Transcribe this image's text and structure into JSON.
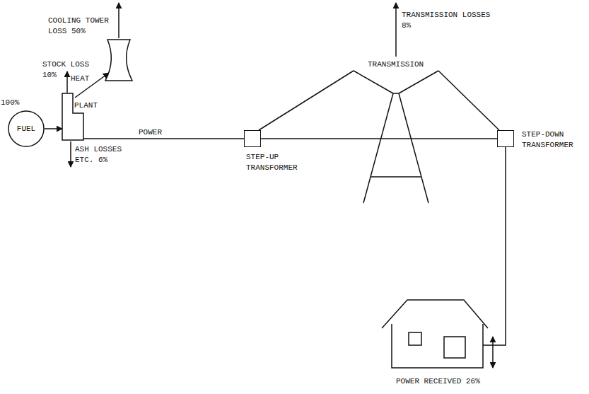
{
  "diagram": {
    "nodes": [
      {
        "text": [
          "100%",
          "FUEL"
        ]
      },
      {
        "text": [
          "PLANT"
        ]
      },
      {
        "text": [
          "COOLING TOWER LOSS 50%"
        ]
      },
      {
        "text": [
          "STEP-UP TRANSFORMER"
        ]
      },
      {
        "text": [
          "STEP-DOWN TRANSFORMER"
        ]
      },
      {
        "text": [
          "POWER RECEIVED 26%"
        ]
      }
    ],
    "edges": [
      {
        "from": 0,
        "to": 1,
        "arrow": "to"
      },
      {
        "from": 1,
        "to": 2,
        "label": "HEAT",
        "arrow": "to"
      },
      {
        "from": 1,
        "to": 3,
        "label": "POWER",
        "arrow": "none"
      },
      {
        "from": 3,
        "to": 4,
        "arrow": "none"
      },
      {
        "from": 4,
        "to": 5,
        "arrow": "none"
      }
    ],
    "labels": [
      "STOCK LOSS 10%",
      "ASH LOSSES ETC. 6%",
      "TRANSMISSION",
      "TRANSMISSION LOSSES 8%"
    ]
  }
}
